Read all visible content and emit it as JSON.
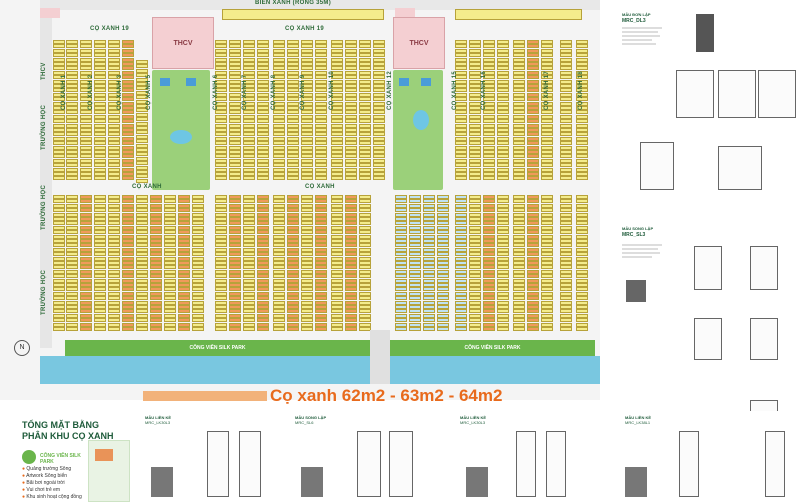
{
  "map": {
    "top_road": "BIỂN XANH (RỒNG 35M)",
    "road_labels": {
      "co_xanh_19_a": "CỌ XANH 19",
      "co_xanh_19_b": "CỌ XANH 19",
      "co_xanh_1": "CỌ XANH 1",
      "co_xanh_2": "CỌ XANH 2",
      "co_xanh_3": "CỌ XANH 3",
      "co_xanh_5": "CỌ XANH 5",
      "co_xanh_6": "CỌ XANH 6",
      "co_xanh_7": "CỌ XANH 7",
      "co_xanh_8": "CỌ XANH 8",
      "co_xanh_9": "CỌ XANH 9",
      "co_xanh_10": "CỌ XANH 10",
      "co_xanh_12": "CỌ XANH 12",
      "co_xanh_15": "CỌ XANH 15",
      "co_xanh_16": "CỌ XANH 16",
      "co_xanh_17": "CỌ XANH 17",
      "co_xanh_18": "CỌ XANH 18",
      "co_xanh_mid_a": "CỌ XANH",
      "co_xanh_mid_b": "CỌ XANH"
    },
    "thcv_a": "THCV",
    "thcv_b": "THCV",
    "side_left": [
      "THCV",
      "TRƯỜNG HỌC",
      "TRƯỜNG HỌC",
      "TRƯỜNG HỌC"
    ],
    "park_a": "CÔNG VIÊN SILK PARK",
    "park_b": "CÔNG VIÊN SILK PARK",
    "compass": "N"
  },
  "headline": "Cọ xanh 62m2 - 63m2 - 64m2",
  "title": {
    "line1": "TỔNG MẶT BẰNG",
    "line2": "PHÂN KHU CỌ XANH"
  },
  "legend": {
    "park_label": "CÔNG VIÊN SILK PARK",
    "items": [
      "Quảng trường Sông",
      "Artwork Sông biển",
      "Bãi bơi ngoài trời",
      "Vui chơi trẻ em",
      "Khu sinh hoạt cộng đồng"
    ]
  },
  "right_panel": {
    "top": {
      "label": "MẪU ĐƠN LẬP",
      "code": "MRC_DL3"
    },
    "mid": {
      "label": "MẪU SONG LẬP",
      "code": "MRC_SL3"
    }
  },
  "cards": [
    {
      "label": "MẪU LIỀN KỀ",
      "code": "MRC_LK30L3"
    },
    {
      "label": "MẪU SONG LẬP",
      "code": "MRC_SL6"
    },
    {
      "label": "MẪU LIỀN KỀ",
      "code": "MRC_LK30L3"
    },
    {
      "label": "MẪU LIỀN KỀ",
      "code": "MRC_LK38L1"
    }
  ],
  "colors": {
    "lot_yellow": "#f4ec8c",
    "lot_orange": "#f09a5a",
    "lot_blue": "#bfe2f2",
    "park_green": "#6ab54b",
    "water": "#79c7e0",
    "accent_orange": "#e86a1c",
    "brand_green": "#1e5b3a"
  }
}
